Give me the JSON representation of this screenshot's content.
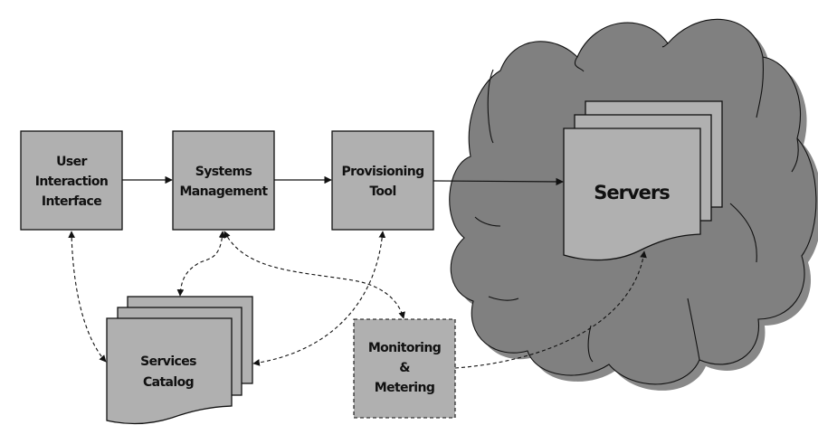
{
  "diagram": {
    "nodes": {
      "user_interface": {
        "lines": [
          "User",
          "Interaction",
          "Interface"
        ],
        "shape": "box"
      },
      "systems_management": {
        "lines": [
          "Systems",
          "Management"
        ],
        "shape": "box"
      },
      "provisioning_tool": {
        "lines": [
          "Provisioning",
          "Tool"
        ],
        "shape": "box"
      },
      "servers": {
        "lines": [
          "Servers"
        ],
        "shape": "multi-document"
      },
      "services_catalog": {
        "lines": [
          "Services",
          "Catalog"
        ],
        "shape": "multi-document"
      },
      "monitoring": {
        "lines": [
          "Monitoring",
          "&",
          "Metering"
        ],
        "shape": "dashed-box"
      },
      "cloud": {
        "shape": "cloud",
        "contains": "servers"
      }
    },
    "edges": [
      {
        "from": "user_interface",
        "to": "systems_management",
        "style": "solid",
        "direction": "forward"
      },
      {
        "from": "systems_management",
        "to": "provisioning_tool",
        "style": "solid",
        "direction": "forward"
      },
      {
        "from": "provisioning_tool",
        "to": "servers",
        "style": "solid",
        "direction": "forward"
      },
      {
        "from": "user_interface",
        "to": "services_catalog",
        "style": "dashed",
        "direction": "both"
      },
      {
        "from": "systems_management",
        "to": "services_catalog",
        "style": "dashed",
        "direction": "both"
      },
      {
        "from": "systems_management",
        "to": "monitoring",
        "style": "dashed",
        "direction": "both"
      },
      {
        "from": "provisioning_tool",
        "to": "services_catalog",
        "style": "dashed",
        "direction": "both"
      },
      {
        "from": "monitoring",
        "to": "servers",
        "style": "dashed",
        "direction": "forward"
      }
    ],
    "colors": {
      "box_fill": "#b0b0b0",
      "cloud_fill": "#808080",
      "cloud_shadow": "#888888",
      "stroke": "#111111",
      "background": "#ffffff"
    }
  }
}
